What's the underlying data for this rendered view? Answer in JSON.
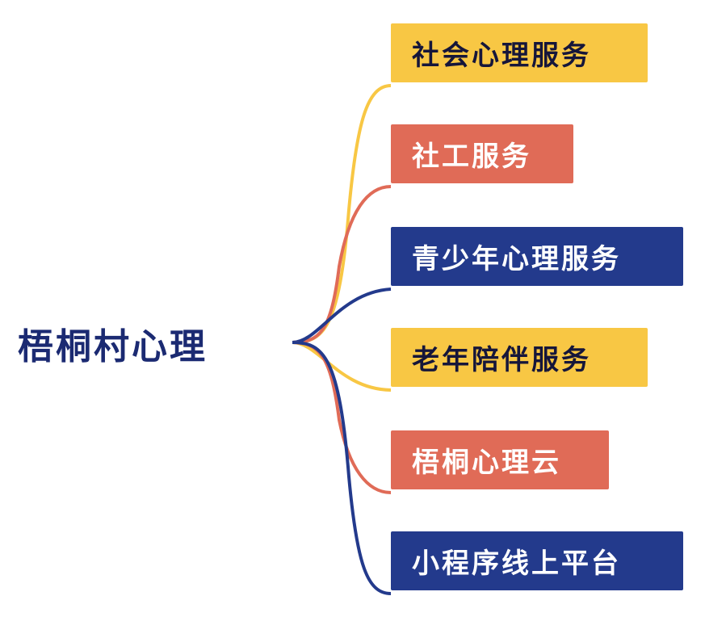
{
  "root": {
    "label": "梧桐村心理"
  },
  "branches": [
    {
      "label": "社会心理服务",
      "color": "#f8c744"
    },
    {
      "label": "社工服务",
      "color": "#e06b57"
    },
    {
      "label": "青少年心理服务",
      "color": "#233a8c"
    },
    {
      "label": "老年陪伴服务",
      "color": "#f8c744"
    },
    {
      "label": "梧桐心理云",
      "color": "#e06b57"
    },
    {
      "label": "小程序线上平台",
      "color": "#233a8c"
    }
  ]
}
